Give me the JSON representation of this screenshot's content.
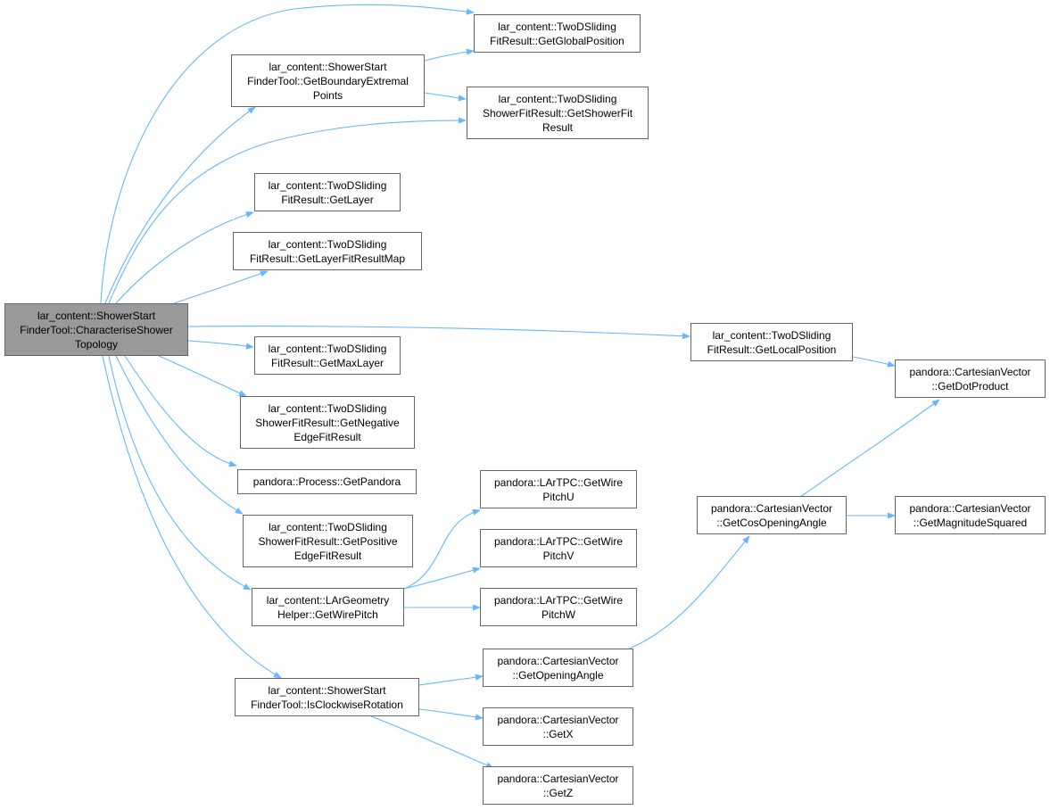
{
  "graph": {
    "edge_color": "#63b8ff",
    "root_color": "#999999",
    "nodes": {
      "root": [
        "lar_content::ShowerStart",
        "FinderTool::CharacteriseShower",
        "Topology"
      ],
      "getBoundary": [
        "lar_content::ShowerStart",
        "FinderTool::GetBoundaryExtremal",
        "Points"
      ],
      "getGlobal": [
        "lar_content::TwoDSliding",
        "FitResult::GetGlobalPosition"
      ],
      "getShowerFit": [
        "lar_content::TwoDSliding",
        "ShowerFitResult::GetShowerFit",
        "Result"
      ],
      "getLayer": [
        "lar_content::TwoDSliding",
        "FitResult::GetLayer"
      ],
      "getLayerFitResultMap": [
        "lar_content::TwoDSliding",
        "FitResult::GetLayerFitResultMap"
      ],
      "getLocal": [
        "lar_content::TwoDSliding",
        "FitResult::GetLocalPosition"
      ],
      "getMaxLayer": [
        "lar_content::TwoDSliding",
        "FitResult::GetMaxLayer"
      ],
      "getNegative": [
        "lar_content::TwoDSliding",
        "ShowerFitResult::GetNegative",
        "EdgeFitResult"
      ],
      "getPandora": [
        "pandora::Process::GetPandora"
      ],
      "getPositive": [
        "lar_content::TwoDSliding",
        "ShowerFitResult::GetPositive",
        "EdgeFitResult"
      ],
      "getWirePitch": [
        "lar_content::LArGeometry",
        "Helper::GetWirePitch"
      ],
      "isClockwise": [
        "lar_content::ShowerStart",
        "FinderTool::IsClockwiseRotation"
      ],
      "wirePitchU": [
        "pandora::LArTPC::GetWire",
        "PitchU"
      ],
      "wirePitchV": [
        "pandora::LArTPC::GetWire",
        "PitchV"
      ],
      "wirePitchW": [
        "pandora::LArTPC::GetWire",
        "PitchW"
      ],
      "getOpeningAngle": [
        "pandora::CartesianVector",
        "::GetOpeningAngle"
      ],
      "getX": [
        "pandora::CartesianVector",
        "::GetX"
      ],
      "getZ": [
        "pandora::CartesianVector",
        "::GetZ"
      ],
      "getCosOpening": [
        "pandora::CartesianVector",
        "::GetCosOpeningAngle"
      ],
      "getDot": [
        "pandora::CartesianVector",
        "::GetDotProduct"
      ],
      "getMagSq": [
        "pandora::CartesianVector",
        "::GetMagnitudeSquared"
      ]
    }
  }
}
